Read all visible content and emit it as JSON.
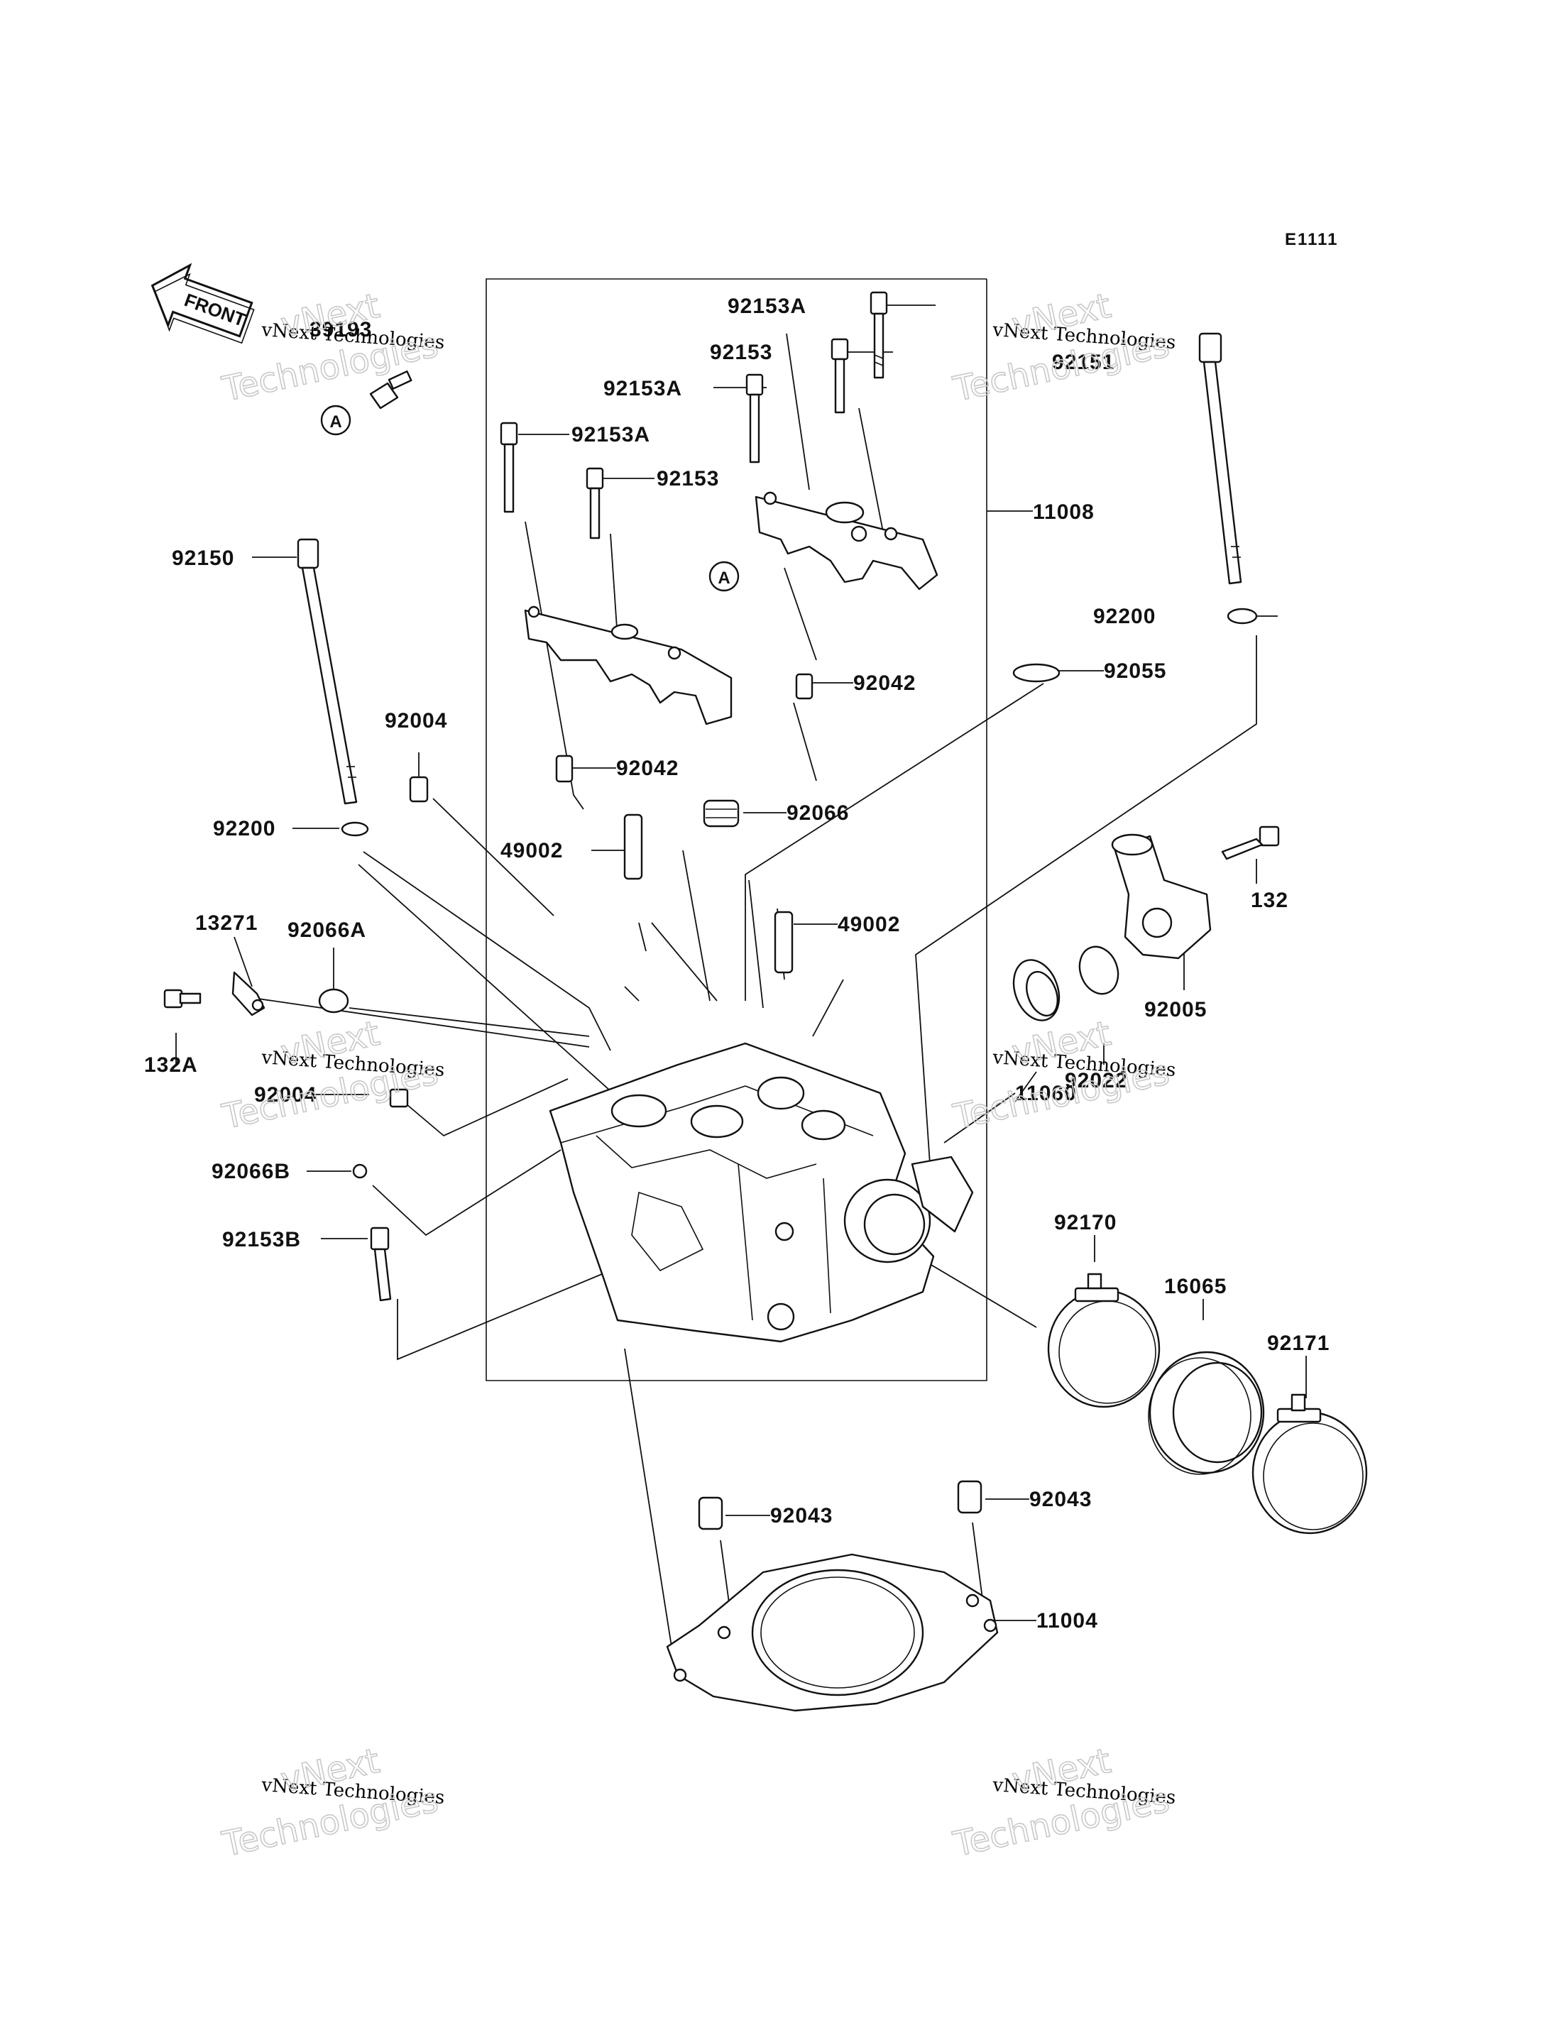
{
  "diagram_code": "E1111",
  "front_label": "FRONT",
  "watermark": {
    "line1": "vNext Technologies",
    "line2": "vNext\nTechnologies"
  },
  "ref_marker": "A",
  "parts": [
    {
      "id": "p39193",
      "label": "39193"
    },
    {
      "id": "p92153A-1",
      "label": "92153A"
    },
    {
      "id": "p92153-1",
      "label": "92153"
    },
    {
      "id": "p92153A-2",
      "label": "92153A"
    },
    {
      "id": "p92153A-3",
      "label": "92153A"
    },
    {
      "id": "p92153-2",
      "label": "92153"
    },
    {
      "id": "p92151",
      "label": "92151"
    },
    {
      "id": "p11008",
      "label": "11008"
    },
    {
      "id": "p92150",
      "label": "92150"
    },
    {
      "id": "p92200-1",
      "label": "92200"
    },
    {
      "id": "p92055",
      "label": "92055"
    },
    {
      "id": "p92042-1",
      "label": "92042"
    },
    {
      "id": "p92004-1",
      "label": "92004"
    },
    {
      "id": "p92042-2",
      "label": "92042"
    },
    {
      "id": "p92066",
      "label": "92066"
    },
    {
      "id": "p92200-2",
      "label": "92200"
    },
    {
      "id": "p49002-1",
      "label": "49002"
    },
    {
      "id": "p132",
      "label": "132"
    },
    {
      "id": "p13271",
      "label": "13271"
    },
    {
      "id": "p92066A",
      "label": "92066A"
    },
    {
      "id": "p49002-2",
      "label": "49002"
    },
    {
      "id": "p92005",
      "label": "92005"
    },
    {
      "id": "p132A",
      "label": "132A"
    },
    {
      "id": "p92022",
      "label": "92022"
    },
    {
      "id": "p11060",
      "label": "11060"
    },
    {
      "id": "p92004-2",
      "label": "92004"
    },
    {
      "id": "p92066B",
      "label": "92066B"
    },
    {
      "id": "p92153B",
      "label": "92153B"
    },
    {
      "id": "p92170",
      "label": "92170"
    },
    {
      "id": "p16065",
      "label": "16065"
    },
    {
      "id": "p92171",
      "label": "92171"
    },
    {
      "id": "p92043-1",
      "label": "92043"
    },
    {
      "id": "p92043-2",
      "label": "92043"
    },
    {
      "id": "p11004",
      "label": "11004"
    }
  ]
}
